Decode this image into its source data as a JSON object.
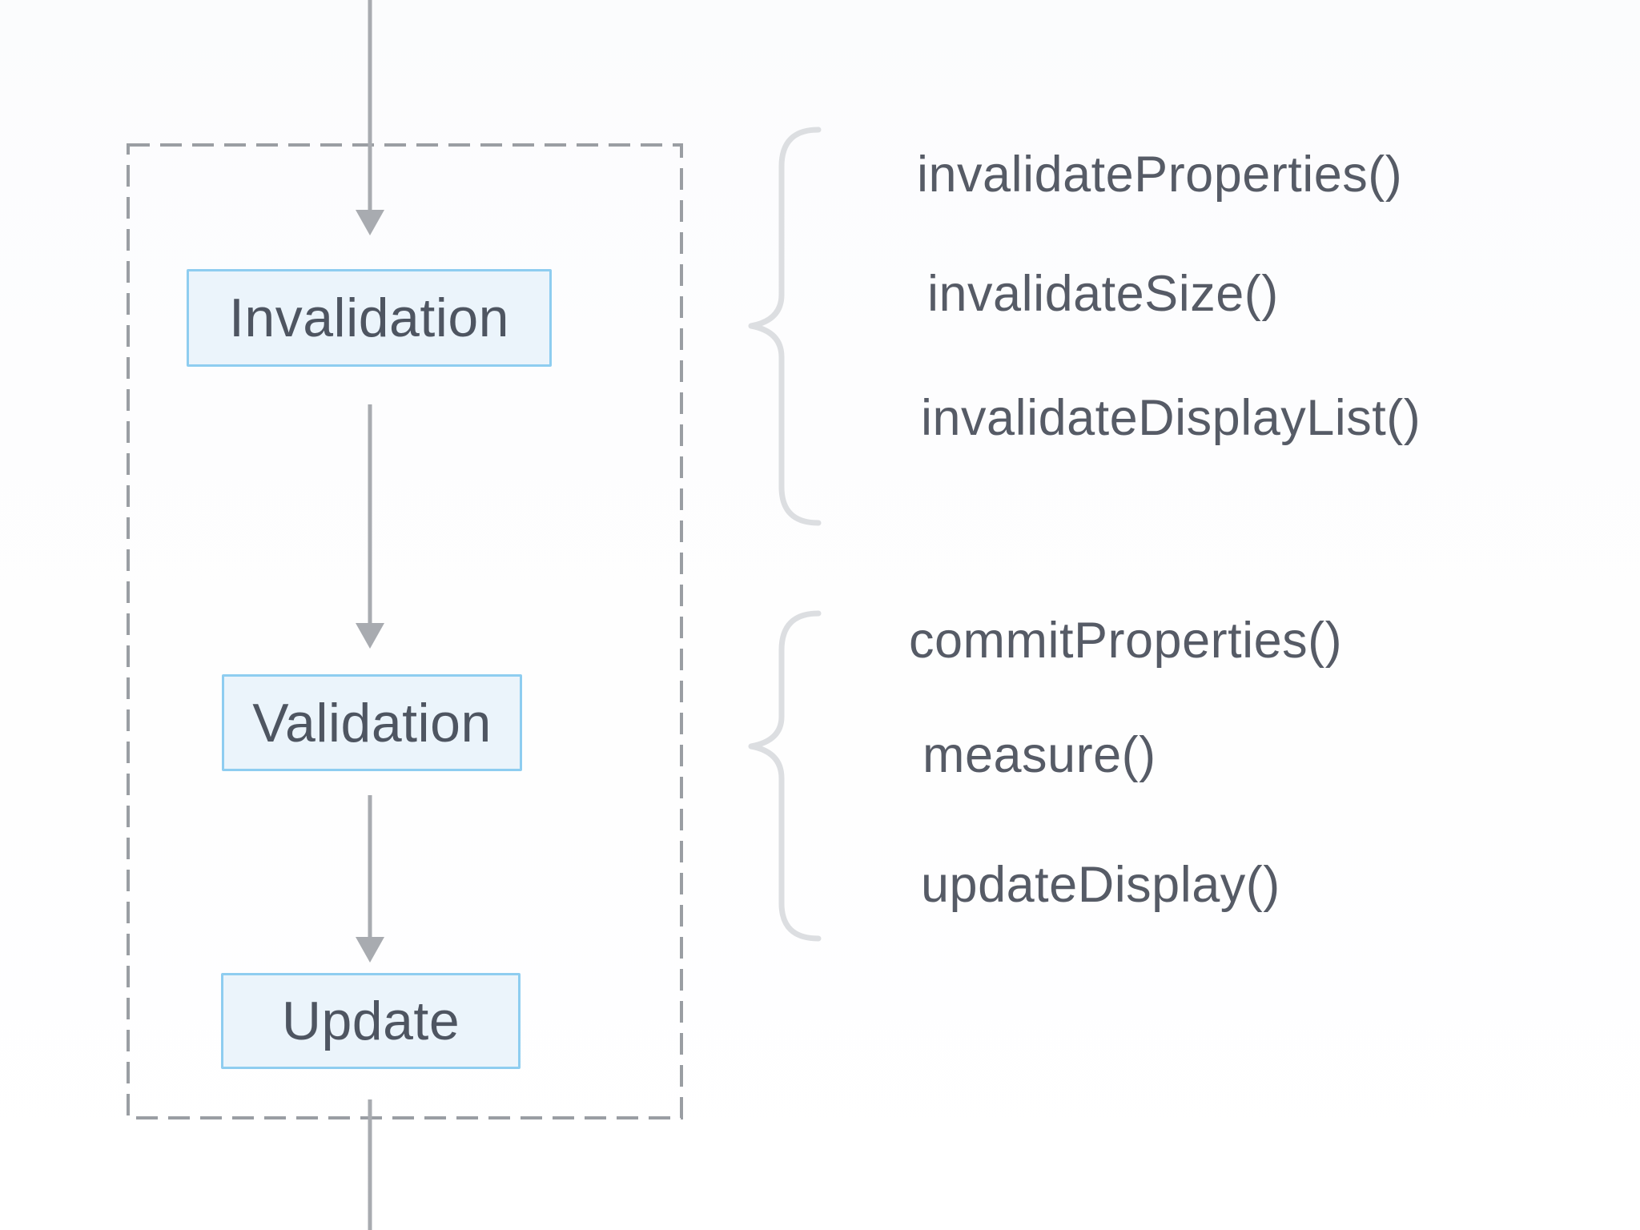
{
  "diagram": {
    "type": "flow",
    "stages": [
      {
        "label": "Invalidation"
      },
      {
        "label": "Validation"
      },
      {
        "label": "Update"
      }
    ],
    "method_groups": [
      {
        "stage": "Invalidation",
        "methods": [
          "invalidateProperties()",
          "invalidateSize()",
          "invalidateDisplayList()"
        ]
      },
      {
        "stage": "Validation",
        "methods": [
          "commitProperties()",
          "measure()",
          "updateDisplay()"
        ]
      }
    ]
  },
  "colors": {
    "background": "#fdfdfe",
    "node_fill": "#ebf4fb",
    "node_border": "#8ecdf0",
    "node_text": "#4e5561",
    "method_text": "#565b66",
    "arrow_gray": "#a8abb0",
    "dashed_border_gray": "#9a9ea3",
    "brace_gray": "#dcdee1"
  }
}
